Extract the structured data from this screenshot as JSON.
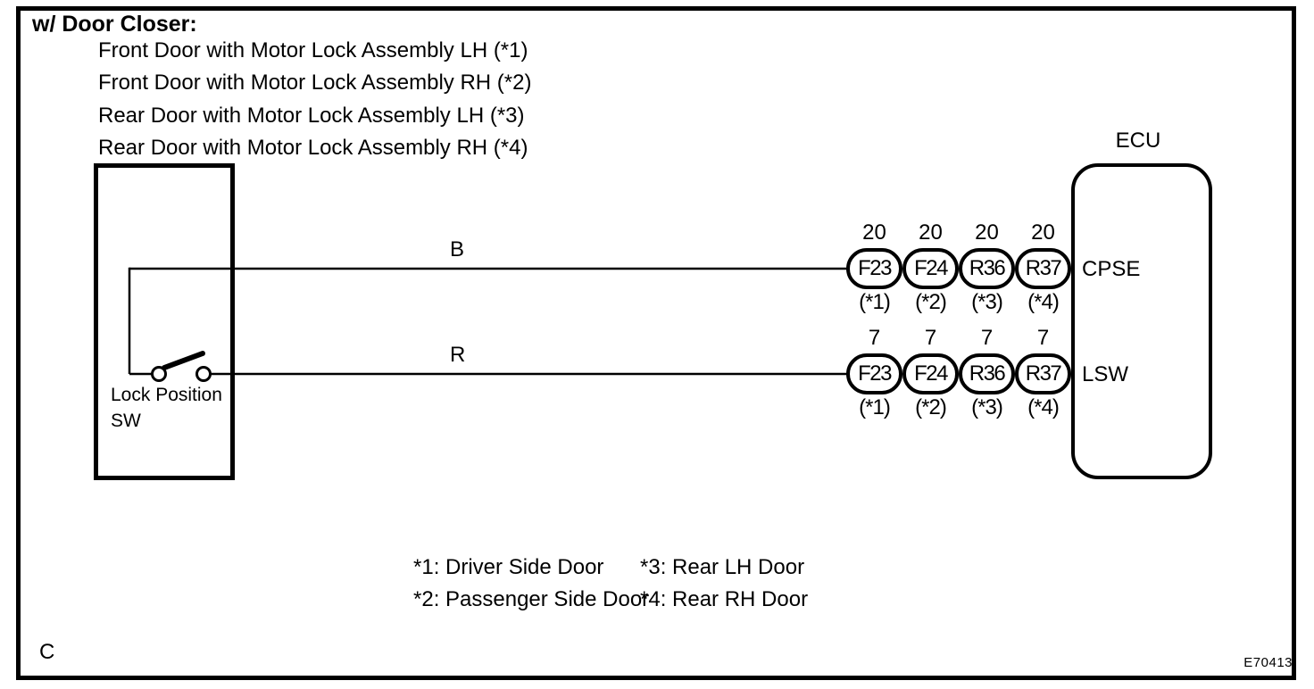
{
  "diagram": {
    "title": "w/ Door Closer:",
    "assembly_lines": [
      "Front Door with Motor Lock Assembly LH (*1)",
      "Front Door with Motor Lock Assembly RH (*2)",
      "Rear Door with Motor Lock Assembly LH (*3)",
      "Rear Door with Motor Lock Assembly RH (*4)"
    ],
    "ecu_label": "ECU",
    "switch_label_1": "Lock Position",
    "switch_label_2": "SW",
    "rows": [
      {
        "wire_label": "B",
        "terminal": "CPSE",
        "connectors": [
          {
            "pin": "20",
            "id": "F23",
            "ref": "(*1)"
          },
          {
            "pin": "20",
            "id": "F24",
            "ref": "(*2)"
          },
          {
            "pin": "20",
            "id": "R36",
            "ref": "(*3)"
          },
          {
            "pin": "20",
            "id": "R37",
            "ref": "(*4)"
          }
        ]
      },
      {
        "wire_label": "R",
        "terminal": "LSW",
        "connectors": [
          {
            "pin": "7",
            "id": "F23",
            "ref": "(*1)"
          },
          {
            "pin": "7",
            "id": "F24",
            "ref": "(*2)"
          },
          {
            "pin": "7",
            "id": "R36",
            "ref": "(*3)"
          },
          {
            "pin": "7",
            "id": "R37",
            "ref": "(*4)"
          }
        ]
      }
    ],
    "legend": [
      "*1: Driver Side Door",
      "*2: Passenger Side Door",
      "*3: Rear LH Door",
      "*4: Rear RH Door"
    ],
    "corner_label": "C",
    "figure_code": "E70413",
    "colors": {
      "ink": "#000000",
      "paper": "#ffffff"
    }
  }
}
